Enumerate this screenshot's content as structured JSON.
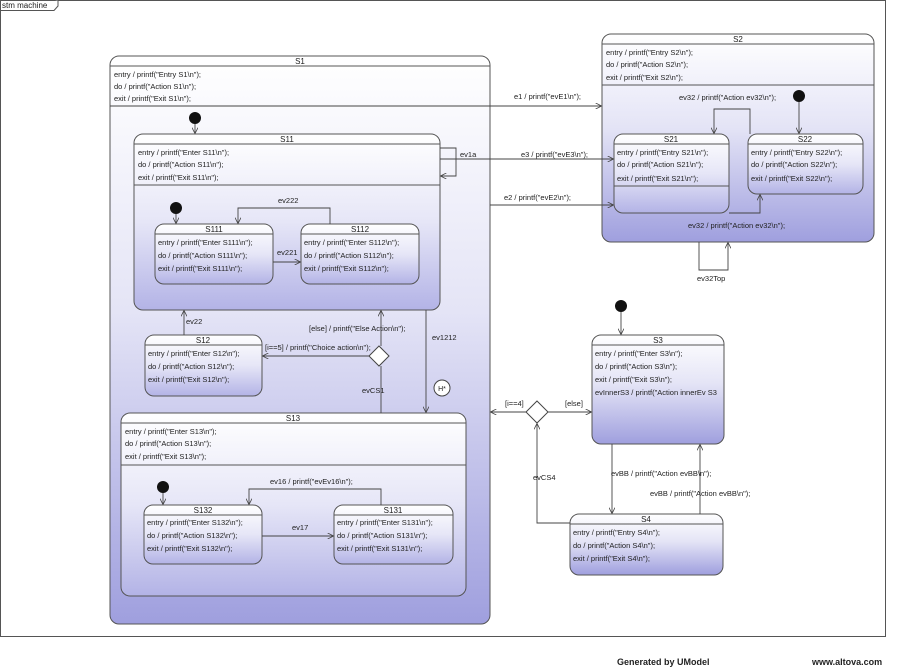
{
  "frame": {
    "title": "stm machine"
  },
  "footer": {
    "generated_by": "Generated by UModel",
    "website": "www.altova.com"
  },
  "states": {
    "S1": {
      "name": "S1",
      "entry": "entry / printf(\"Entry S1\\n\");",
      "do": "do / printf(\"Action S1\\n\");",
      "exit": "exit / printf(\"Exit S1\\n\");"
    },
    "S11": {
      "name": "S11",
      "entry": "entry / printf(\"Enter S11\\n\");",
      "do": "do / printf(\"Action S11\\n\");",
      "exit": "exit / printf(\"Exit S11\\n\");"
    },
    "S111": {
      "name": "S111",
      "entry": "entry / printf(\"Enter S111\\n\");",
      "do": "do / printf(\"Action S111\\n\");",
      "exit": "exit / printf(\"Exit S111\\n\");"
    },
    "S112": {
      "name": "S112",
      "entry": "entry / printf(\"Enter S112\\n\");",
      "do": "do / printf(\"Action S112\\n\");",
      "exit": "exit / printf(\"Exit S112\\n\");"
    },
    "S12": {
      "name": "S12",
      "entry": "entry / printf(\"Enter S12\\n\");",
      "do": "do / printf(\"Action S12\\n\");",
      "exit": "exit / printf(\"Exit S12\\n\");"
    },
    "S13": {
      "name": "S13",
      "entry": "entry / printf(\"Enter S13\\n\");",
      "do": "do / printf(\"Action S13\\n\");",
      "exit": "exit / printf(\"Exit S13\\n\");"
    },
    "S132": {
      "name": "S132",
      "entry": "entry / printf(\"Enter S132\\n\");",
      "do": "do / printf(\"Action S132\\n\");",
      "exit": "exit / printf(\"Exit S132\\n\");"
    },
    "S131": {
      "name": "S131",
      "entry": "entry / printf(\"Enter S131\\n\");",
      "do": "do / printf(\"Action S131\\n\");",
      "exit": "exit / printf(\"Exit S131\\n\");"
    },
    "S2": {
      "name": "S2",
      "entry": "entry / printf(\"Entry S2\\n\");",
      "do": "do / printf(\"Action S2\\n\");",
      "exit": "exit / printf(\"Exit S2\\n\");"
    },
    "S21": {
      "name": "S21",
      "entry": "entry / printf(\"Entry S21\\n\");",
      "do": "do / printf(\"Action S21\\n\");",
      "exit": "exit / printf(\"Exit S21\\n\");"
    },
    "S22": {
      "name": "S22",
      "entry": "entry / printf(\"Entry S22\\n\");",
      "do": "do / printf(\"Action S22\\n\");",
      "exit": "exit / printf(\"Exit S22\\n\");"
    },
    "S3": {
      "name": "S3",
      "entry": "entry / printf(\"Enter S3\\n\");",
      "do": "do / printf(\"Action S3\\n\");",
      "exit": "exit / printf(\"Exit S3\\n\");",
      "extra": "evInnerS3 / printf(\"Action innerEv S3"
    },
    "S4": {
      "name": "S4",
      "entry": "entry / printf(\"Entry S4\\n\");",
      "do": "do / printf(\"Action S4\\n\");",
      "exit": "exit / printf(\"Exit S4\\n\");"
    }
  },
  "transitions": {
    "e1": "e1 / printf(\"evE1\\n\");",
    "e3": "e3 / printf(\"evE3\\n\");",
    "e2": "e2 / printf(\"evE2\\n\");",
    "ev1a": "ev1a",
    "ev222": "ev222",
    "ev221": "ev221",
    "ev22": "ev22",
    "else_s1": "[else] / printf(\"Else Action\\n\");",
    "i5": "[i==5] / printf(\"Choice action\\n\");",
    "evCS1": "evCS1",
    "ev1212": "ev1212",
    "history": "H*",
    "ev16": "ev16 / printf(\"evEv16\\n\");",
    "ev17": "ev17",
    "ev32_top": "ev32 / printf(\"Action ev32\\n\");",
    "ev32_bottom": "ev32 / printf(\"Action ev32\\n\");",
    "ev32Top": "ev32Top",
    "i4": "[i==4]",
    "else_s3": "[else]",
    "evBB_1": "evBB / printf(\"Action evBB\\n\");",
    "evBB_2": "evBB / printf(\"Action evBB\\n\");",
    "evCS4": "evCS4"
  }
}
